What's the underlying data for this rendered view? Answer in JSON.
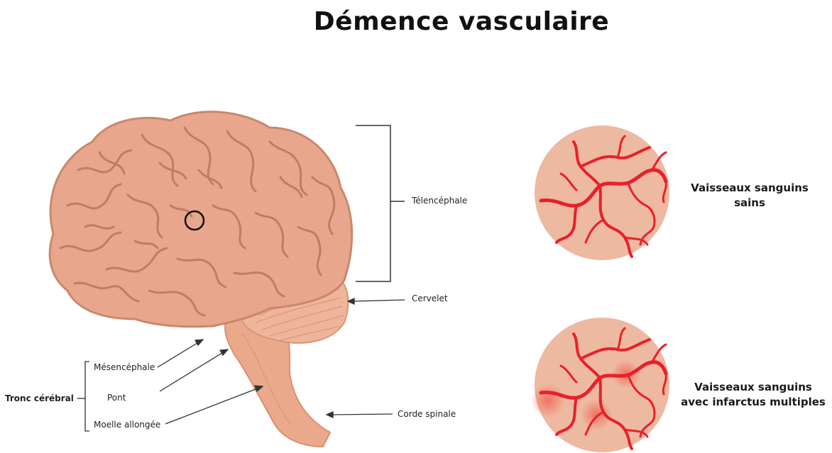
{
  "title": "Démence vasculaire",
  "labels": {
    "telencephale": "Télencéphale",
    "cervelet": "Cervelet",
    "mesencephale": "Mésencéphale",
    "tronc": "Tronc cérébral",
    "pont": "Pont",
    "moelle": "Moelle allongée",
    "corde": "Corde spinale"
  },
  "vessels": {
    "healthy_line1": "Vaisseaux sanguins",
    "healthy_line2": "sains",
    "infarct_line1": "Vaisseaux sanguins",
    "infarct_line2": "avec infarctus multiples"
  },
  "colors": {
    "brain": "#e8a78c",
    "brain_outline": "#c9886c",
    "sulcus": "#bf7e63",
    "stem": "#eba98c",
    "circle_bg": "#edb9a0",
    "vessel": "#e8202a",
    "infarct": "#f26d5e"
  }
}
